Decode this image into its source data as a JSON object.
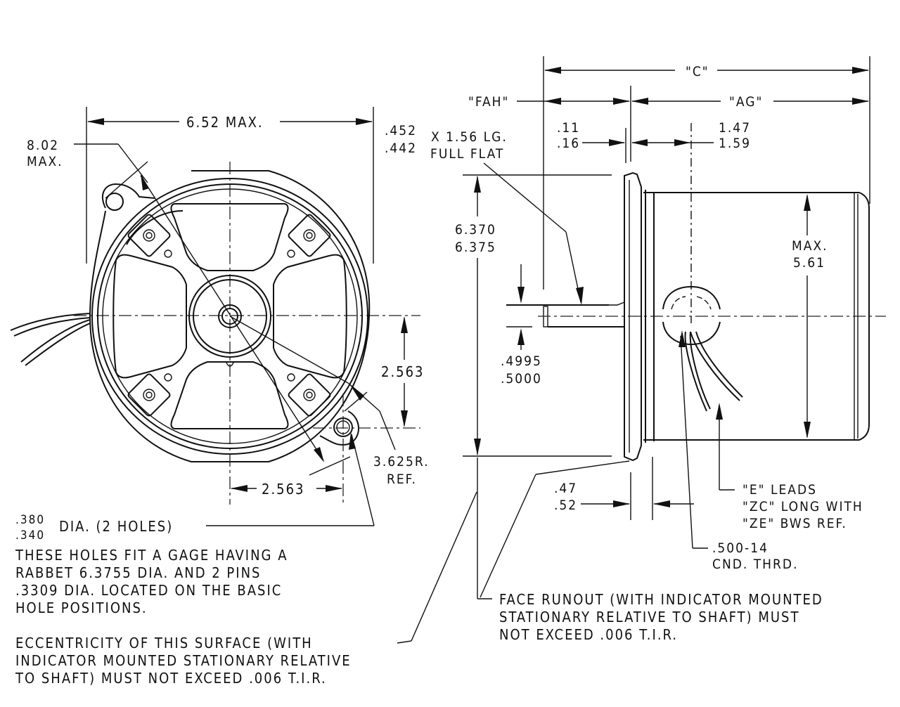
{
  "front_view": {
    "overall_width": "6.52 MAX.",
    "diagonal_line1": "8.02",
    "diagonal_line2": "MAX.",
    "hole_offset_vertical": "2.563",
    "hole_offset_horizontal": "2.563",
    "bolt_radius_line1": "3.625R.",
    "bolt_radius_line2": "REF.",
    "hole_dia_upper": ".380",
    "hole_dia_lower": ".340",
    "hole_dia_label": "DIA. (2 HOLES)",
    "gage_note": [
      "THESE HOLES FIT A GAGE HAVING A",
      "RABBET 6.3755 DIA. AND 2 PINS",
      ".3309 DIA. LOCATED ON THE BASIC",
      "HOLE POSITIONS."
    ],
    "eccentricity_note": [
      "ECCENTRICITY OF THIS SURFACE (WITH",
      "INDICATOR MOUNTED STATIONARY RELATIVE",
      "TO SHAFT) MUST NOT EXCEED .006 T.I.R."
    ]
  },
  "side_view": {
    "dim_c": "\"C\"",
    "dim_fah": "\"FAH\"",
    "dim_ag": "\"AG\"",
    "flat_line1_upper": ".452",
    "flat_line1_lower": ".442",
    "flat_text_line1": "X 1.56 LG.",
    "flat_text_line2": "FULL FLAT",
    "shoulder_upper": ".11",
    "shoulder_lower": ".16",
    "conduit_pos_upper": "1.47",
    "conduit_pos_lower": "1.59",
    "rabbet_upper": "6.370",
    "rabbet_lower": "6.375",
    "shaft_upper": ".4995",
    "shaft_lower": ".5000",
    "body_dia_line1": "MAX.",
    "body_dia_line2": "5.61",
    "flange_upper": ".47",
    "flange_lower": ".52",
    "leads_note": [
      "\"E\" LEADS",
      "\"ZC\" LONG WITH",
      "\"ZE\" BWS REF."
    ],
    "conduit_line1": ".500-14",
    "conduit_line2": "CND. THRD.",
    "face_runout_note": [
      "FACE RUNOUT (WITH INDICATOR MOUNTED",
      "STATIONARY RELATIVE TO SHAFT) MUST",
      "NOT EXCEED .006 T.I.R."
    ]
  }
}
